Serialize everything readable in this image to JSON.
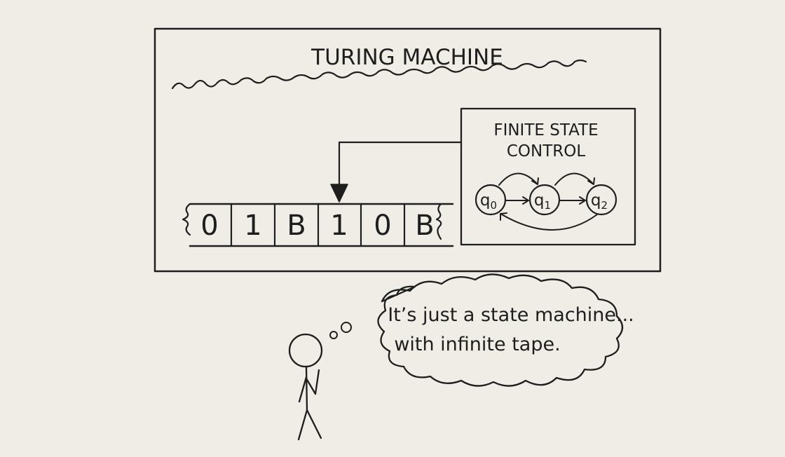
{
  "machine": {
    "title": "TURING MACHINE",
    "tape_cells": [
      "0",
      "1",
      "B",
      "1",
      "0",
      "B"
    ],
    "head_cell_index": 3
  },
  "control": {
    "title_line1": "FINITE STATE",
    "title_line2": "CONTROL",
    "states": [
      {
        "base": "q",
        "sub": "0"
      },
      {
        "base": "q",
        "sub": "1"
      },
      {
        "base": "q",
        "sub": "2"
      }
    ]
  },
  "thought": {
    "line1": "It’s just a state machine...",
    "line2": "with infinite tape."
  },
  "colors": {
    "paper": "#efede6",
    "ink": "#1e1e1e"
  }
}
